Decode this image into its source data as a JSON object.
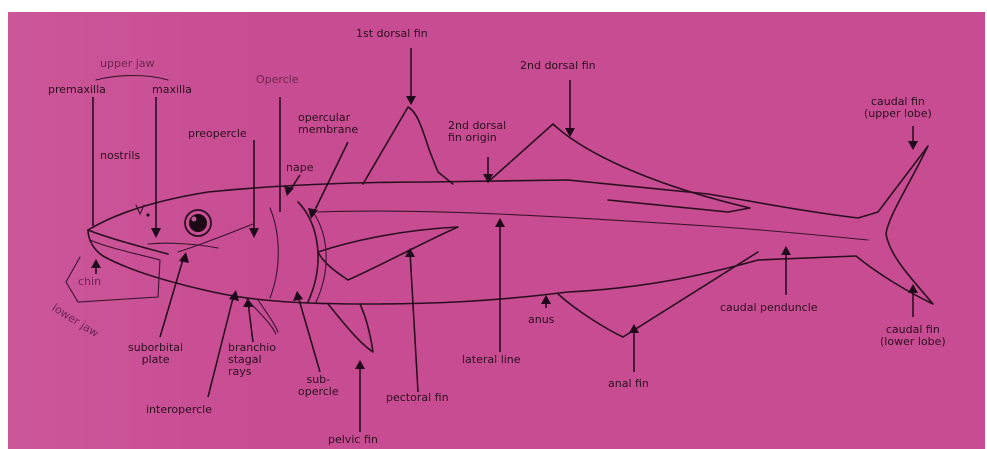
{
  "labels": {
    "first_dorsal_fin": "1st dorsal fin",
    "second_dorsal_fin": "2nd  dorsal fin",
    "upper_jaw": "upper jaw",
    "premaxilla": "premaxilla",
    "maxilla": "maxilla",
    "opercle": "Opercle",
    "opercular_membrane_line1": "opercular",
    "opercular_membrane_line2": "membrane",
    "second_dorsal_fin_origin_line1": "2nd dorsal",
    "second_dorsal_fin_origin_line2": "fin origin",
    "preopercle": "preopercle",
    "nostrils": "nostrils",
    "nape": "nape",
    "caudal_fin_upper_line1": "caudal fin",
    "caudal_fin_upper_line2": "(upper lobe)",
    "chin": "chin",
    "lower_jaw": "lower jaw",
    "suborbital_plate_line1": "suborbital",
    "suborbital_plate_line2": "plate",
    "branchiostegal_rays_line1": "branchio",
    "branchiostegal_rays_line2": "stagal",
    "branchiostegal_rays_line3": "rays",
    "interopercle": "interopercle",
    "subopercle_line1": "sub-",
    "subopercle_line2": "opercle",
    "pectoral_fin": "pectoral fin",
    "pelvic_fin": "pelvic fin",
    "lateral_line": "lateral line",
    "anus": "anus",
    "anal_fin": "anal fin",
    "caudal_peduncle": "caudal penduncle",
    "caudal_fin_lower_line1": "caudal fin",
    "caudal_fin_lower_line2": "(lower lobe)"
  },
  "colors": {
    "background": "#c84c92",
    "ink": "#2a0f20"
  }
}
